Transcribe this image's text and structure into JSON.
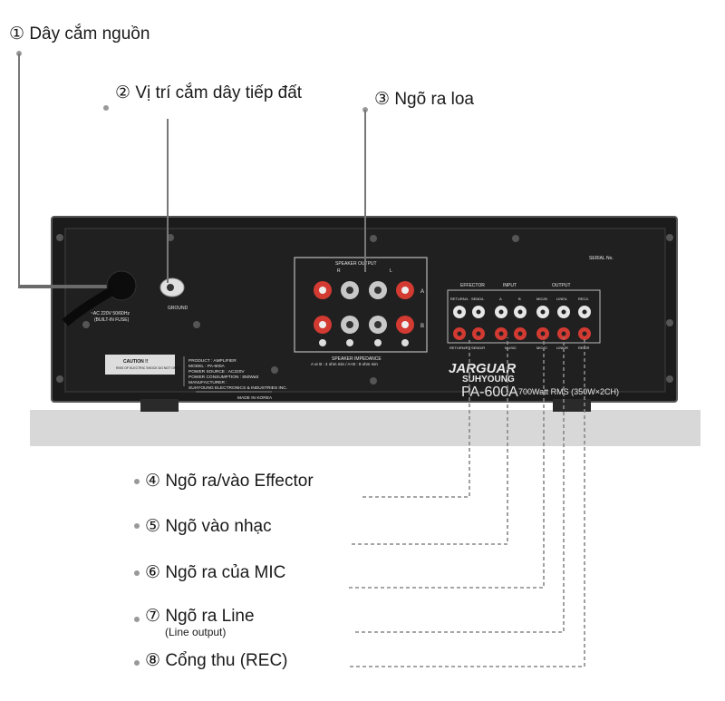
{
  "callouts": [
    {
      "num": "①",
      "text": "Dây cắm nguồn"
    },
    {
      "num": "②",
      "text": "Vị trí cắm dây tiếp đất"
    },
    {
      "num": "③",
      "text": "Ngõ ra loa"
    },
    {
      "num": "④",
      "text": "Ngõ ra/vào Effector"
    },
    {
      "num": "⑤",
      "text": "Ngõ vào nhạc"
    },
    {
      "num": "⑥",
      "text": "Ngõ ra của MIC"
    },
    {
      "num": "⑦",
      "text": "Ngõ ra Line",
      "sub": "(Line output)"
    },
    {
      "num": "⑧",
      "text": "Cổng thu (REC)"
    }
  ],
  "panel": {
    "power_label_1": "~AC 220V 50/60Hz",
    "power_label_2": "(BUILT-IN FUSE)",
    "ground_label": "GROUND",
    "speaker_output_title": "SPEAKER OUTPUT",
    "speaker_r": "R",
    "speaker_l": "L",
    "speaker_a": "A",
    "speaker_b": "B",
    "speaker_impedance_title": "SPEAKER IMPEDANCE",
    "speaker_impedance_text": "A or B : 4 ohm min / A+B : 8 ohm min",
    "serial": "SERIAL No.",
    "effector": "EFFECTOR",
    "input": "INPUT",
    "output": "OUTPUT",
    "return_l": "RETURN/L",
    "send_l": "SEND/L",
    "input_a": "A",
    "input_b": "B",
    "mic_m": "MIC/M",
    "line_l": "LINE/L",
    "rec_l": "REC/L",
    "return_r": "RETURN/R",
    "send_r": "SEND/R",
    "music": "MUSIC",
    "mic_o": "MIC/O",
    "line_r": "LINE/R",
    "rec_r": "REC/R",
    "caution_title": "CAUTION !!",
    "caution_sub": "RISK OF ELECTRIC SHOCK DO NOT OPEN",
    "product": "PRODUCT : AMPLIFIER",
    "model": "MODEL : PA-600A",
    "power_source": "POWER SOURCE : AC220V",
    "power_consumption": "POWER CONSUMPTION : 850Watt",
    "manufacturer": "MANUFACTURER :",
    "manufacturer_name": "SUHYOUNG ELECTRONICS & INDUSTRIES INC.",
    "made_in": "MADE IN KOREA",
    "brand": "JARGUAR",
    "brand2": "SUHYOUNG",
    "model_big": "PA-600A",
    "rating": "700Watt RMS (350W×2CH)"
  },
  "colors": {
    "chassis": "#1b1b1b",
    "jack_red": "#d23a32",
    "jack_silver": "#c8c8c8"
  }
}
